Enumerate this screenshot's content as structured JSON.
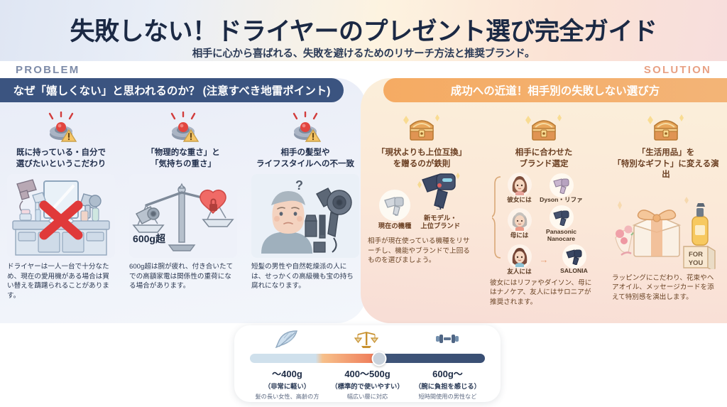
{
  "header": {
    "title": "失敗しない！ドライヤーのプレゼント選び完全ガイド",
    "subtitle": "相手に心から喜ばれる、失敗を避けるためのリサーチ方法と推奨ブランド。",
    "problem_kicker": "PROBLEM",
    "solution_kicker": "SOLUTION",
    "colors": {
      "problem": "#7d8ba8",
      "solution": "#e8a184",
      "title": "#1b2944"
    }
  },
  "problem": {
    "band": "なぜ「嬉しくない」と思われるのか？ (注意すべき地雷ポイント)",
    "band_color": "#3b5480",
    "columns": [
      {
        "icon": "landmine-warning-icon",
        "heading": "既に持っている・自分で\n選びたいというこだわり",
        "illustration": "bathroom-vanity-with-red-x-icon",
        "body": "ドライヤーは一人一台で十分なため、現在の愛用機がある場合は買い替えを躊躇られることがあります。"
      },
      {
        "icon": "landmine-warning-icon",
        "heading": "「物理的な重さ」と\n「気持ちの重さ」",
        "illustration": "balance-scale-dryer-vs-locked-heart-icon",
        "scale_weight_label": "600g超",
        "body": "600g超は腕が疲れ、付き合いたてでの高額家電は関係性の重荷になる場合があります。"
      },
      {
        "icon": "landmine-warning-icon",
        "heading": "相手の髪型や\nライフスタイルへの不一致",
        "illustration": "confused-man-with-dryer-attachments-icon",
        "body": "短髪の男性や自然乾燥派の人には、せっかくの高級機も宝の持ち腐れになります。"
      }
    ]
  },
  "solution": {
    "band": "成功への近道！相手別の失敗しない選び方",
    "band_color": "#f5ab63",
    "columns": [
      {
        "icon": "treasure-chest-icon",
        "heading": "「現状よりも上位互換」\nを贈るのが鉄則",
        "upgrade": {
          "current_label": "現在の機種",
          "new_label": "新モデル・\n上位ブランド"
        },
        "body": "相手が現在使っている機種をリサーチし、機能やブランドで上回るものを選びましょう。"
      },
      {
        "icon": "treasure-chest-icon",
        "heading": "相手に合わせた\nブランド選定",
        "brand_rows": [
          {
            "person": "彼女には",
            "person_icon": "woman-long-hair-avatar",
            "brand": "Dyson・リファ",
            "brand_icon": "dryer-pink-icon"
          },
          {
            "person": "母には",
            "person_icon": "older-woman-avatar",
            "brand": "Panasonic\nNanocare",
            "brand_icon": "dryer-navy-icon"
          },
          {
            "person": "友人には",
            "person_icon": "young-woman-avatar",
            "brand": "SALONIA",
            "brand_icon": "dryer-darkblue-icon"
          }
        ],
        "body": "彼女にはリファやダイソン、母にはナノケア、友人にはサロニアが推奨されます。"
      },
      {
        "icon": "treasure-chest-icon",
        "heading": "「生活用品」を\n「特別なギフト」に変える演出",
        "illustration": "gift-box-flowers-hair-oil-for-you-card-icon",
        "card_text": "FOR\nYOU",
        "body": "ラッピングにこだわり、花束やヘアオイル、メッセージカードを添えて特別感を演出します。"
      }
    ]
  },
  "weight_slider": {
    "icons": [
      "feather-icon",
      "balance-scale-icon",
      "dumbbell-icon"
    ],
    "knob_position_percent": 55,
    "steps": [
      {
        "weight": "〜400g",
        "note": "（非常に軽い）",
        "detail": "髪の長い女性、高齢の方"
      },
      {
        "weight": "400〜500g",
        "note": "（標準的で使いやすい）",
        "detail": "幅広い層に対応"
      },
      {
        "weight": "600g〜",
        "note": "（腕に負担を感じる）",
        "detail": "短時間使用の男性など"
      }
    ]
  }
}
